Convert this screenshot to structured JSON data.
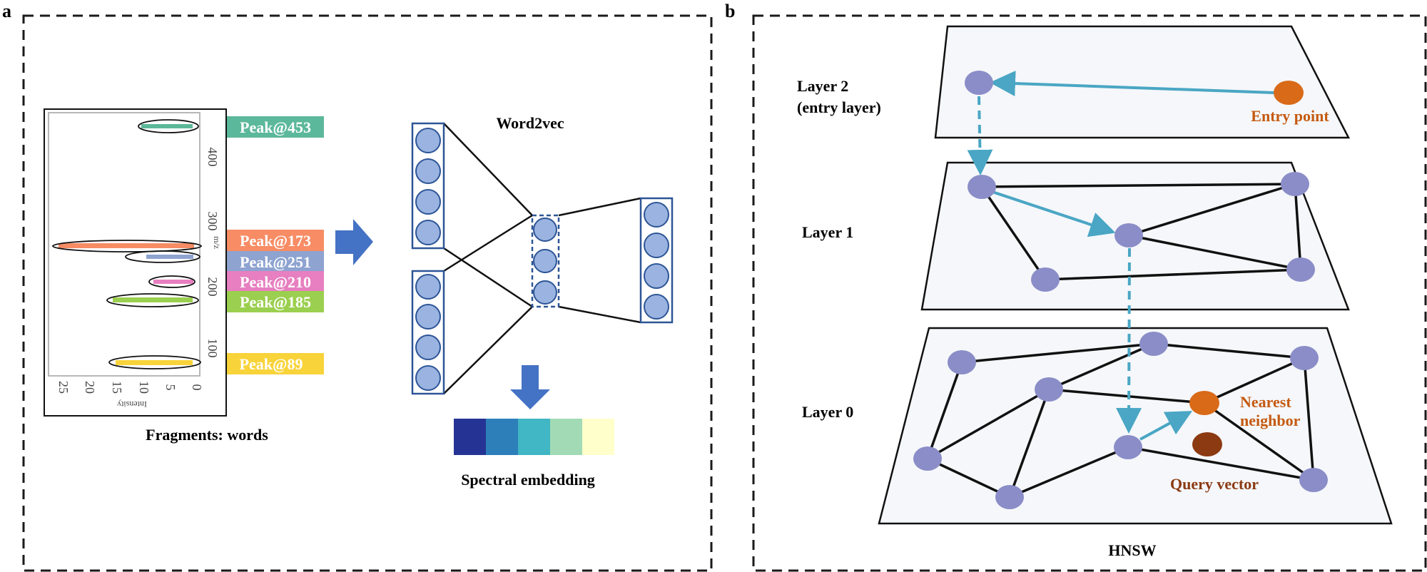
{
  "panel_a": {
    "letter": "a",
    "plot": {
      "yticks": [
        "100",
        "200",
        "300",
        "400"
      ],
      "xticks": [
        "25",
        "20",
        "15",
        "10",
        "5",
        "0"
      ],
      "axis_mz": "m/z",
      "axis_intensity": "Intensity"
    },
    "peaks": [
      {
        "label": "Peak@453",
        "color": "#5cb89a"
      },
      {
        "label": "Peak@173",
        "color": "#f78c65"
      },
      {
        "label": "Peak@251",
        "color": "#8ea3d0"
      },
      {
        "label": "Peak@210",
        "color": "#e77fc0"
      },
      {
        "label": "Peak@185",
        "color": "#9bcf4f"
      },
      {
        "label": "Peak@89",
        "color": "#f8d33a"
      }
    ],
    "fragments_caption": "Fragments: words",
    "word2vec_label": "Word2vec",
    "embedding_caption": "Spectral embedding",
    "embedding_colors": [
      "#253494",
      "#2c7fb8",
      "#41b6c4",
      "#a1dab4",
      "#ffffcc"
    ]
  },
  "panel_b": {
    "letter": "b",
    "layers": [
      {
        "label_line1": "Layer 2",
        "label_line2": "(entry layer)"
      },
      {
        "label_line1": "Layer 1",
        "label_line2": ""
      },
      {
        "label_line1": "Layer 0",
        "label_line2": ""
      }
    ],
    "entry_point": "Entry point",
    "nearest_neighbor_line1": "Nearest",
    "nearest_neighbor_line2": "neighbor",
    "query_vector": "Query vector",
    "hnsw_caption": "HNSW"
  },
  "colors": {
    "node": "#8a8dc7",
    "highlight": "#d96a18",
    "query": "#8b3a12",
    "search_path": "#4aa6c4",
    "net_box": "#2d5596",
    "net_node": "#9ab3e0",
    "arrow": "#4472c4",
    "orange_text": "#c55a11"
  }
}
